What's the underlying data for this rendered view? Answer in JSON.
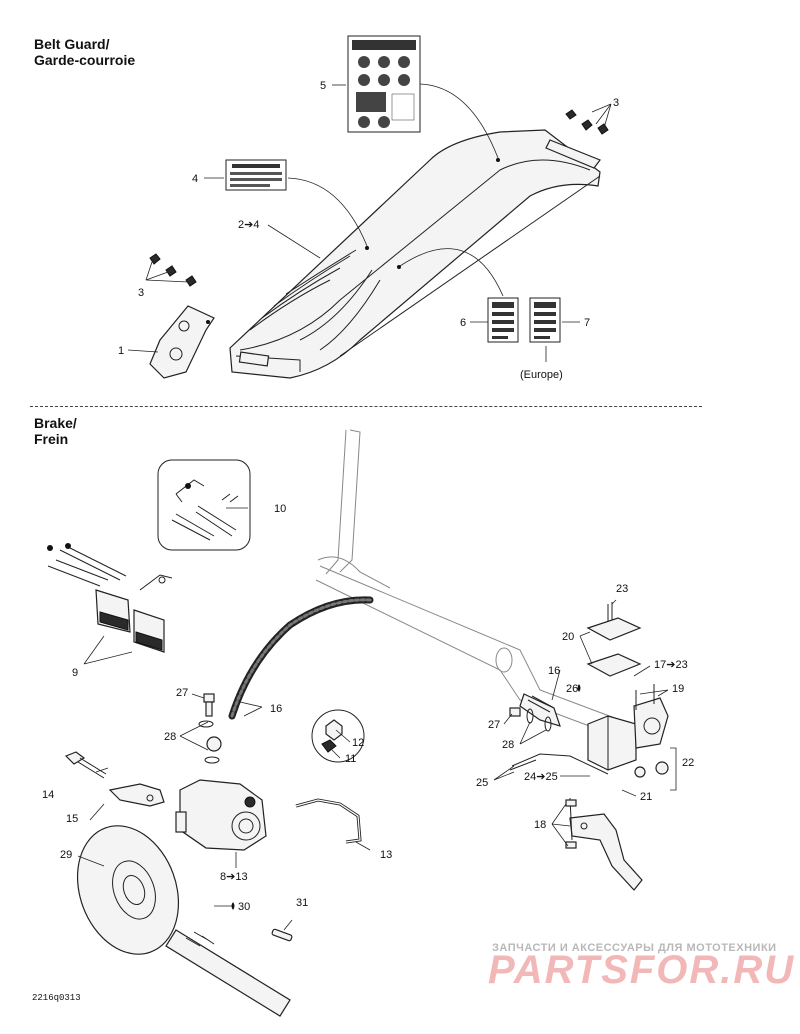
{
  "sections": {
    "belt_guard": {
      "title_line1": "Belt Guard/",
      "title_line2": "Garde-courroie"
    },
    "brake": {
      "title_line1": "Brake/",
      "title_line2": "Frein"
    }
  },
  "callouts": {
    "belt_guard": {
      "c1": "1",
      "c2_4": "2➔4",
      "c3a": "3",
      "c3b": "3",
      "c4": "4",
      "c5": "5",
      "c6": "6",
      "c7": "7",
      "europe": "(Europe)"
    },
    "brake": {
      "c8_13": "8➔13",
      "c9": "9",
      "c10": "10",
      "c11": "11",
      "c12": "12",
      "c13": "13",
      "c14": "14",
      "c15": "15",
      "c16a": "16",
      "c16b": "16",
      "c17_23": "17➔23",
      "c18": "18",
      "c19": "19",
      "c20": "20",
      "c21": "21",
      "c22": "22",
      "c23": "23",
      "c24_25": "24➔25",
      "c25": "25",
      "c26": "26",
      "c27a": "27",
      "c27b": "27",
      "c28a": "28",
      "c28b": "28",
      "c29": "29",
      "c30": "30",
      "c31": "31"
    }
  },
  "footer": {
    "drawing_code": "2216q0313"
  },
  "watermark": {
    "tagline": "ЗАПЧАСТИ И АКСЕССУАРЫ ДЛЯ МОТОТЕХНИКИ",
    "brand": "PARTSFOR.RU"
  }
}
